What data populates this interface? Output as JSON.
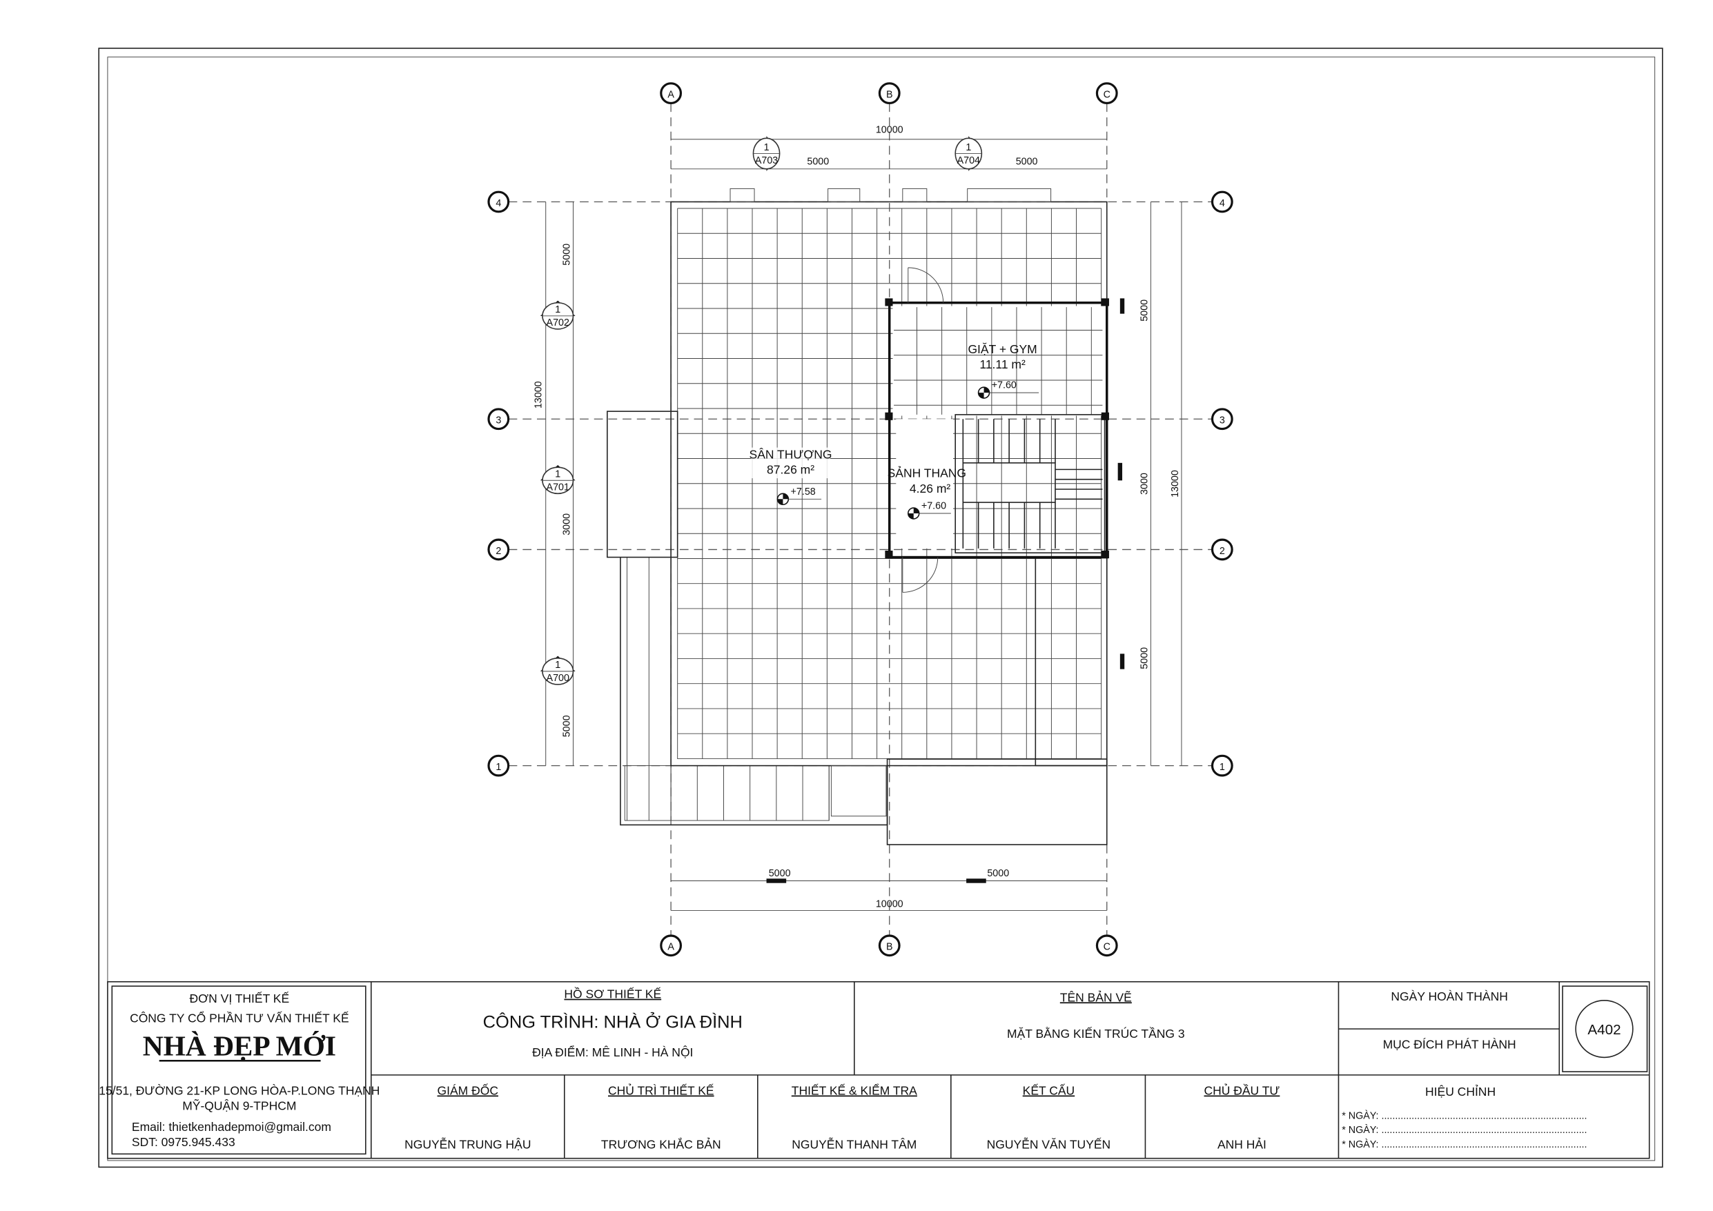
{
  "plan": {
    "grid_cols": [
      "A",
      "B",
      "C"
    ],
    "grid_rows": [
      "4",
      "3",
      "2",
      "1"
    ],
    "dim_top_total": "10000",
    "dim_top_spans": [
      "5000",
      "5000"
    ],
    "dim_bottom_total": "10000",
    "dim_bottom_spans": [
      "5000",
      "5000"
    ],
    "dim_left_total": "13000",
    "dim_left_spans": [
      "5000",
      "3000",
      "5000"
    ],
    "dim_right_total": "13000",
    "dim_right_spans": [
      "5000",
      "3000",
      "5000"
    ],
    "section_markers": [
      {
        "num": "1",
        "sheet": "A703"
      },
      {
        "num": "1",
        "sheet": "A704"
      },
      {
        "num": "1",
        "sheet": "A702"
      },
      {
        "num": "1",
        "sheet": "A701"
      },
      {
        "num": "1",
        "sheet": "A700"
      }
    ],
    "rooms": [
      {
        "name": "SÂN THƯỢNG",
        "area": "87.26 m²",
        "level": "+7.58"
      },
      {
        "name": "GIẶT + GYM",
        "area": "11.11 m²",
        "level": "+7.60"
      },
      {
        "name": "SẢNH THANG",
        "area": "4.26 m²",
        "level": "+7.60"
      }
    ]
  },
  "title_block": {
    "unit_label": "ĐƠN VỊ THIẾT KẾ",
    "company": "CÔNG TY CỔ PHẦN TƯ VẤN THIẾT KẾ",
    "brand": "NHÀ ĐẸP MỚI",
    "address1": "15/51, ĐƯỜNG 21-KP LONG HÒA-P.LONG THẠNH",
    "address2": "MỸ-QUẬN 9-TPHCM",
    "email": "Email: thietkenhadepmoi@gmail.com",
    "phone": "SDT: 0975.945.433",
    "project_label": "HỒ SƠ THIẾT KẾ",
    "project_name": "CÔNG TRÌNH: NHÀ Ở GIA ĐÌNH",
    "location": "ĐỊA ĐIỂM: MÊ LINH -  HÀ NỘI",
    "drawing_name_label": "TÊN BẢN VẼ",
    "drawing_name": "MẶT BẰNG KIẾN TRÚC TẦNG  3",
    "completion_date_label": "NGÀY HOÀN THÀNH",
    "release_purpose_label": "MỤC ĐÍCH PHÁT HÀNH",
    "sheet_number": "A402",
    "roles": [
      {
        "title": "GIÁM ĐỐC",
        "name": "NGUYỄN TRUNG HẬU"
      },
      {
        "title": "CHỦ TRÌ THIẾT KẾ",
        "name": "TRƯƠNG KHẮC BẢN"
      },
      {
        "title": "THIẾT KẾ & KIỂM TRA",
        "name": "NGUYỄN THANH TÂM"
      },
      {
        "title": "KẾT CẤU",
        "name": "NGUYỄN VĂN TUYẾN"
      },
      {
        "title": "CHỦ ĐẦU TƯ",
        "name": "ANH HẢI"
      }
    ],
    "revision_label": "HIỆU CHỈNH",
    "revision_lines": [
      "* NGÀY: ...........................................................................",
      "* NGÀY: ...........................................................................",
      "* NGÀY: ..........................................................................."
    ]
  }
}
